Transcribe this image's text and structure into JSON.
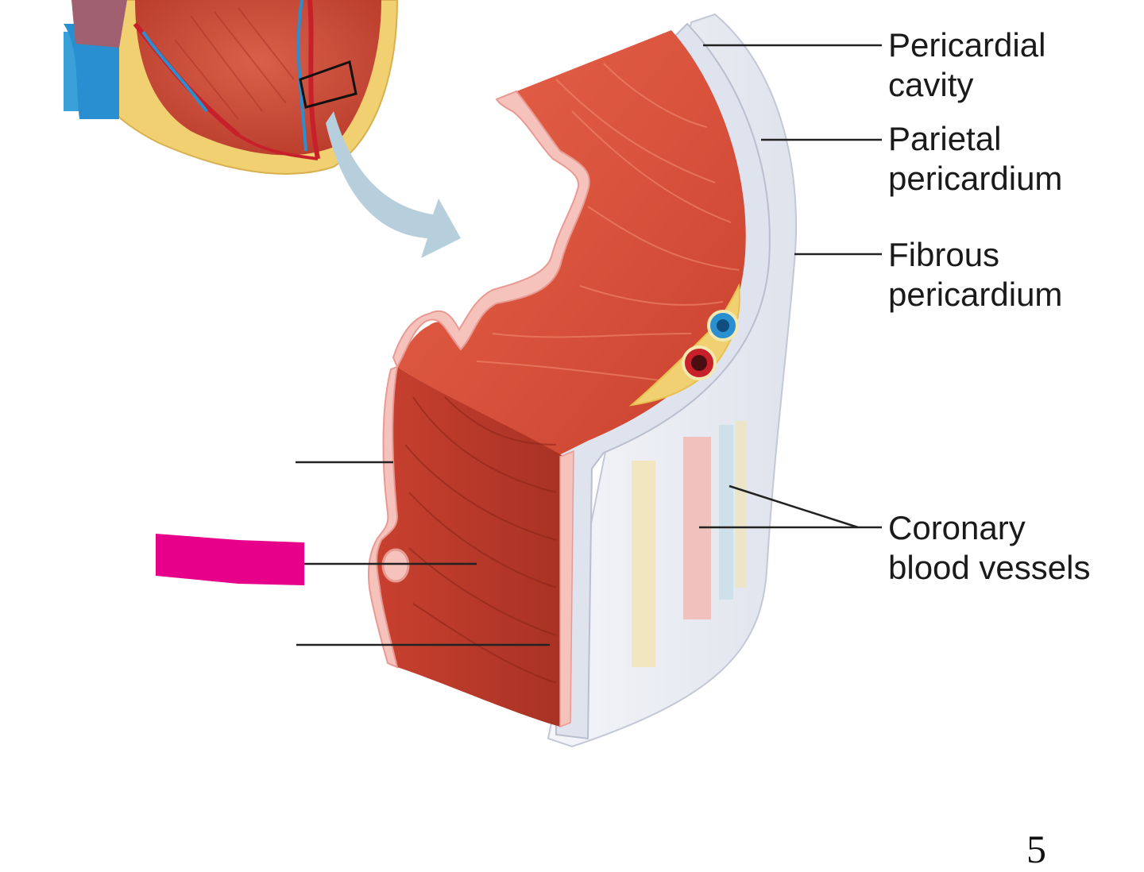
{
  "labels": {
    "pericardial_cavity": [
      "Pericardial",
      "cavity"
    ],
    "parietal_pericardium": [
      "Parietal",
      "pericardium"
    ],
    "fibrous_pericardium": [
      "Fibrous",
      "pericardium"
    ],
    "coronary_blood_vessels": [
      "Coronary",
      "blood vessels"
    ]
  },
  "page_number": "5",
  "colors": {
    "myocardium": "#d8503a",
    "myocardium_dark": "#b63a2a",
    "epicardium": "#f3b6b0",
    "pericardium": "#e8ebf2",
    "fat": "#f0d070",
    "vein": "#2a8fd0",
    "artery": "#c8202a",
    "highlight": "#e6008a",
    "arrow": "#b7cfdc"
  }
}
